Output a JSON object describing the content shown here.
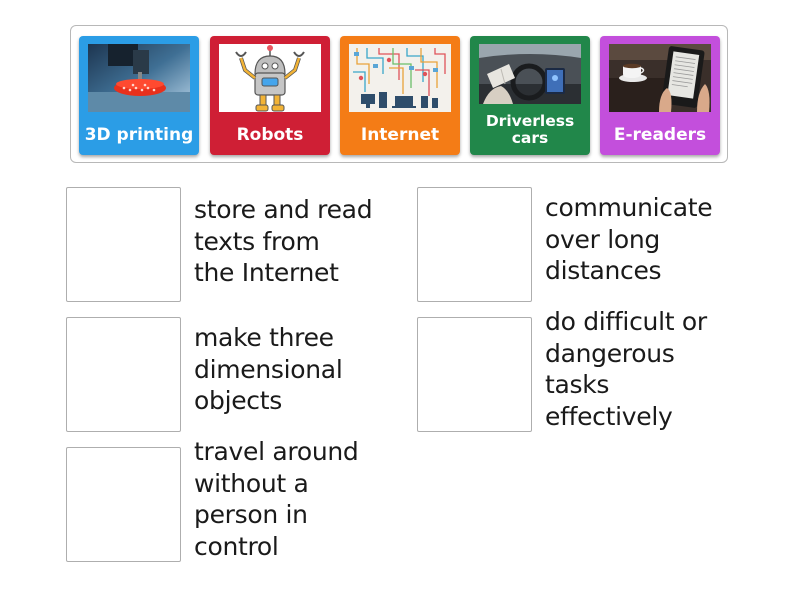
{
  "activity": {
    "type": "match-up",
    "cards": [
      {
        "label": "3D printing",
        "color": "#2b9de6",
        "image": "3d-printer-image"
      },
      {
        "label": "Robots",
        "color": "#cf1f35",
        "image": "robot-illustration"
      },
      {
        "label": "Internet",
        "color": "#f47c16",
        "image": "network-devices-illustration"
      },
      {
        "label": "Driverless cars",
        "label_lines": [
          "Driverless",
          "cars"
        ],
        "color": "#21874a",
        "image": "driverless-car-interior"
      },
      {
        "label": "E-readers",
        "color": "#c34fdc",
        "image": "e-reader-with-coffee"
      }
    ],
    "targets": [
      {
        "lines": [
          "store and read",
          "texts from",
          "the Internet"
        ]
      },
      {
        "lines": [
          "communicate",
          "over long",
          "distances"
        ]
      },
      {
        "lines": [
          "make three",
          "dimensional",
          "objects"
        ]
      },
      {
        "lines": [
          "do difficult or",
          "dangerous",
          "tasks",
          "effectively"
        ]
      },
      {
        "lines": [
          "travel around",
          "without a",
          "person in",
          "control"
        ]
      }
    ]
  }
}
